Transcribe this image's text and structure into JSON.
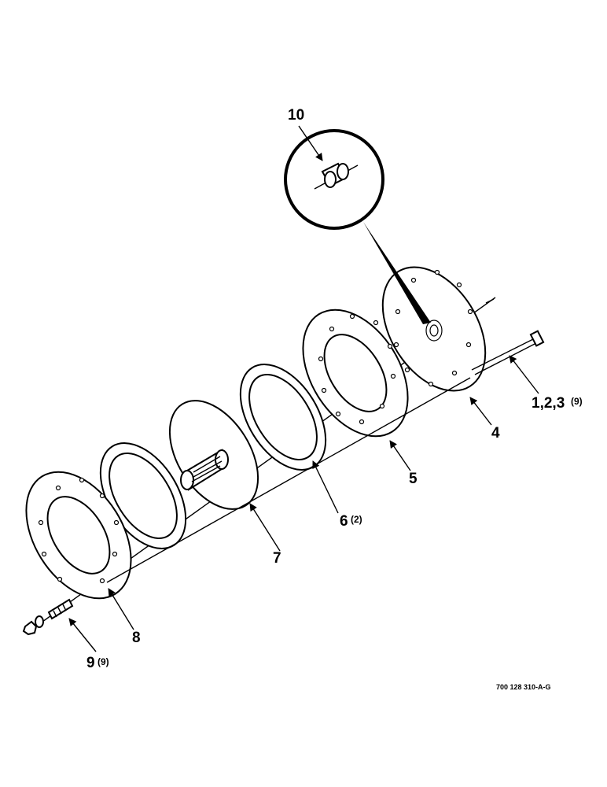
{
  "callouts": {
    "c10": {
      "number": "10",
      "qty": ""
    },
    "c123": {
      "number": "1,2,3",
      "qty": "(9)"
    },
    "c4": {
      "number": "4",
      "qty": ""
    },
    "c5": {
      "number": "5",
      "qty": ""
    },
    "c6": {
      "number": "6",
      "qty": "(2)"
    },
    "c7": {
      "number": "7",
      "qty": ""
    },
    "c8": {
      "number": "8",
      "qty": ""
    },
    "c9": {
      "number": "9",
      "qty": "(9)"
    }
  },
  "drawing_ref": "700 128 310-A-G"
}
